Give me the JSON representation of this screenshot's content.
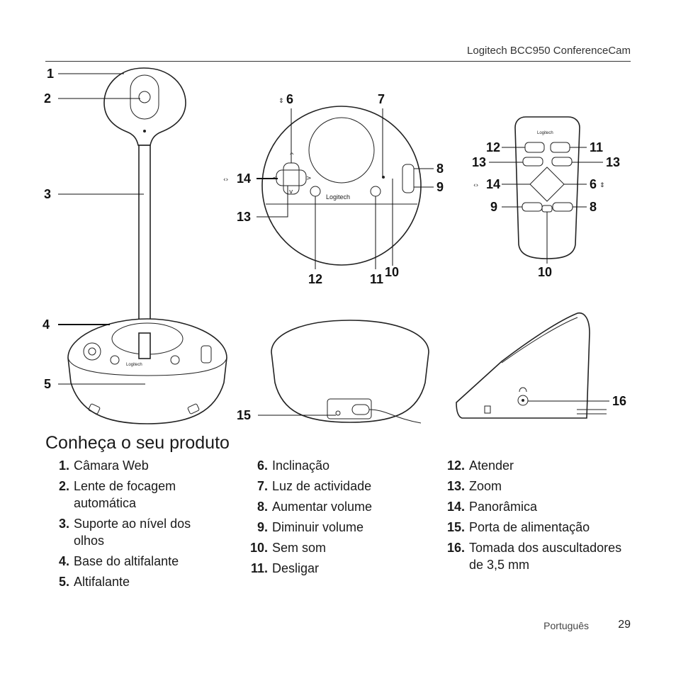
{
  "header": {
    "title": "Logitech BCC950 ConferenceCam"
  },
  "figure": {
    "brand": "Logitech",
    "callouts": {
      "c1": "1",
      "c2": "2",
      "c3": "3",
      "c4": "4",
      "c5": "5",
      "top_6": "6",
      "top_7": "7",
      "top_8": "8",
      "top_9": "9",
      "top_10": "10",
      "top_11": "11",
      "top_12": "12",
      "top_13": "13",
      "top_14": "14",
      "r_12": "12",
      "r_11": "11",
      "r_13a": "13",
      "r_13b": "13",
      "r_14": "14",
      "r_6": "6",
      "r_9": "9",
      "r_8": "8",
      "r_10": "10",
      "c15": "15",
      "c16": "16"
    }
  },
  "section": {
    "title": "Conheça o seu produto"
  },
  "parts": {
    "col1": [
      {
        "num": "1.",
        "label": "Câmara Web"
      },
      {
        "num": "2.",
        "label": "Lente de focagem automática"
      },
      {
        "num": "3.",
        "label": "Suporte ao nível dos olhos"
      },
      {
        "num": "4.",
        "label": "Base do altifalante"
      },
      {
        "num": "5.",
        "label": "Altifalante"
      }
    ],
    "col2": [
      {
        "num": "6.",
        "label": "Inclinação"
      },
      {
        "num": "7.",
        "label": "Luz de actividade"
      },
      {
        "num": "8.",
        "label": "Aumentar volume"
      },
      {
        "num": "9.",
        "label": "Diminuir volume"
      },
      {
        "num": "10.",
        "label": "Sem som"
      },
      {
        "num": "11.",
        "label": "Desligar"
      }
    ],
    "col3": [
      {
        "num": "12.",
        "label": "Atender"
      },
      {
        "num": "13.",
        "label": "Zoom"
      },
      {
        "num": "14.",
        "label": "Panorâmica"
      },
      {
        "num": "15.",
        "label": "Porta de alimentação"
      },
      {
        "num": "16.",
        "label": "Tomada dos auscultadores de 3,5 mm"
      }
    ]
  },
  "footer": {
    "language": "Português",
    "page": "29"
  }
}
